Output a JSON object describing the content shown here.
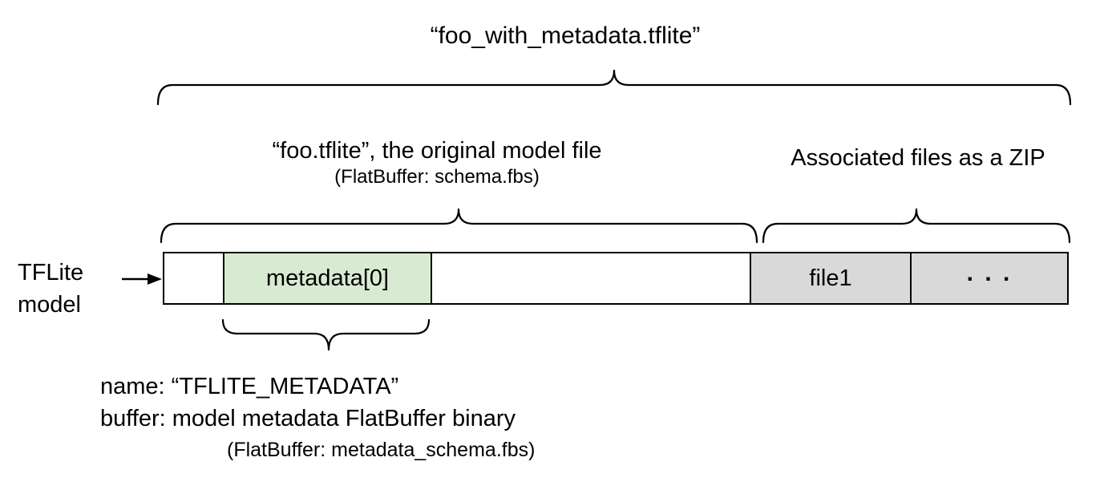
{
  "title": "“foo_with_metadata.tflite”",
  "sections": {
    "model_file": {
      "label": "“foo.tflite”, the original model file",
      "sublabel": "(FlatBuffer: schema.fbs)"
    },
    "associated_files": {
      "label": "Associated files as a ZIP"
    }
  },
  "pointer": {
    "line1": "TFLite",
    "line2": "model"
  },
  "bar": {
    "segments": [
      {
        "name": "header",
        "label": "",
        "fill": "#ffffff"
      },
      {
        "name": "metadata",
        "label": "metadata[0]",
        "fill": "#d9ead3"
      },
      {
        "name": "model-body",
        "label": "",
        "fill": "#ffffff"
      },
      {
        "name": "file1",
        "label": "file1",
        "fill": "#d9d9d9"
      },
      {
        "name": "more-files",
        "label": ". . .",
        "fill": "#d9d9d9"
      }
    ]
  },
  "annotation": {
    "line1": "name: “TFLITE_METADATA”",
    "line2": "buffer: model metadata FlatBuffer binary",
    "line3": "(FlatBuffer: metadata_schema.fbs)"
  },
  "colors": {
    "metadata_fill": "#d9ead3",
    "associated_fill": "#d9d9d9",
    "stroke": "#000000",
    "background": "#ffffff"
  }
}
